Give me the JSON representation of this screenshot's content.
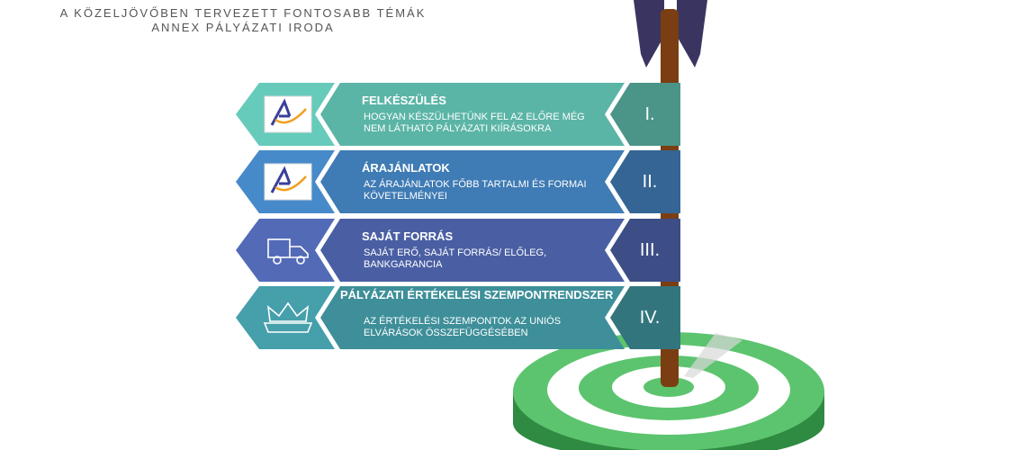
{
  "header": {
    "line1": "A KÖZELJÖVŐBEN TERVEZETT FONTOSABB TÉMÁK",
    "line2": "ANNEX PÁLYÁZATI IRODA"
  },
  "items": [
    {
      "title": "FELKÉSZÜLÉS",
      "desc": "HOGYAN KÉSZÜLHETÜNK FEL AZ ELŐRE MÉG NEM LÁTHATÓ PÁLYÁZATI KIÍRÁSOKRA",
      "num": "I.",
      "icon": "annex-logo-icon",
      "color": "#5bb5a6"
    },
    {
      "title": "ÁRAJÁNLATOK",
      "desc": "AZ ÁRAJÁNLATOK FŐBB TARTALMI ÉS FORMAI KÖVETELMÉNYEI",
      "num": "II.",
      "icon": "annex-logo-icon",
      "color": "#3f7bb4"
    },
    {
      "title": "SAJÁT FORRÁS",
      "desc": "SAJÁT ERŐ, SAJÁT FORRÁS/  ELŐLEG, BANKGARANCIA",
      "num": "III.",
      "icon": "delivery-truck-icon",
      "color": "#4a5fa3"
    },
    {
      "title": "PÁLYÁZATI ÉRTÉKELÉSI SZEMPONTRENDSZER",
      "desc": "AZ ÉRTÉKELÉSI SZEMPONTOK  AZ UNIÓS ELVÁRÁSOK ÖSSZEFÜGGÉSÉBEN",
      "num": "IV.",
      "icon": "crown-icon",
      "color": "#3e8f99"
    }
  ],
  "colors": {
    "arrow_feather": "#3a3560",
    "arrow_shaft": "#7a3e12",
    "target_green": "#5cc46e",
    "target_dark": "#2f8a42"
  }
}
